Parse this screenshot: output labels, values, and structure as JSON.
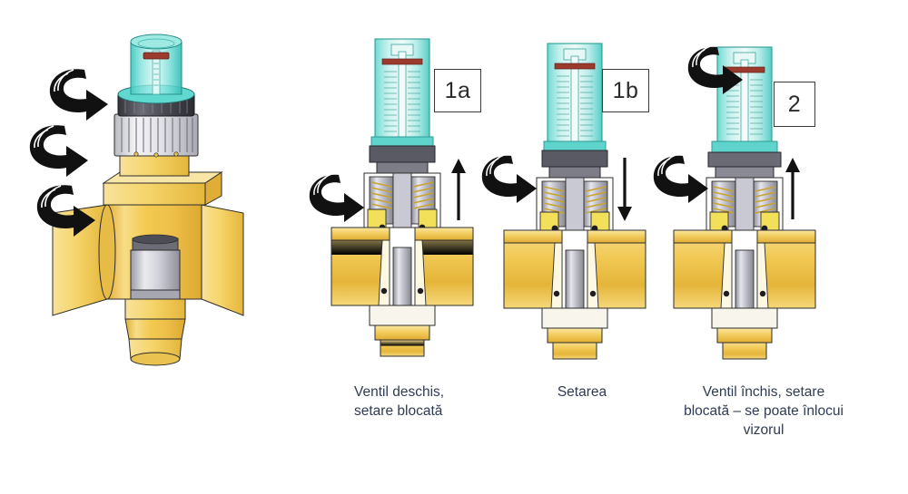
{
  "figure": {
    "title": "Valve adjustment and sight-glass replacement sequence",
    "background": "#ffffff",
    "text_color": "#2f3b52",
    "accent_glass": "#5ad6ce",
    "accent_brass": "#f3c94f",
    "accent_steel": "#b4b4c0",
    "outline_color": "#2d2d2d"
  },
  "overview": {
    "name": "Assembled valve with sight glass",
    "parts": [
      {
        "label": "sight-glass",
        "color": "#5ad6ce"
      },
      {
        "label": "dark-collar",
        "color": "#4a4a52"
      },
      {
        "label": "ribbed-locking-ring",
        "color": "#e9e9ee"
      },
      {
        "label": "brass-body",
        "color": "#f3c94f"
      },
      {
        "label": "steel-sleeve",
        "color": "#d8d8e0"
      },
      {
        "label": "brass-hex-nut",
        "color": "#eec253"
      }
    ],
    "rotation_arrows": 3
  },
  "steps": [
    {
      "id": "1a",
      "badge": "1a",
      "caption": "Ventil deschis,\nsetare blocată",
      "caption_align": "left",
      "motion_arrow": "up",
      "rotation_arrow": "clockwise",
      "glass_position": "high",
      "indicator_color": "#9c3a2e"
    },
    {
      "id": "1b",
      "badge": "1b",
      "caption": "Setarea",
      "caption_align": "center",
      "motion_arrow": "down",
      "rotation_arrow": "clockwise",
      "glass_position": "high",
      "indicator_color": "#9c3a2e"
    },
    {
      "id": "2",
      "badge": "2",
      "caption": "Ventil închis, setare\nblocată – se poate înlocui\nvizorul",
      "caption_align": "center",
      "motion_arrow": "up",
      "rotation_arrow": "clockwise",
      "glass_position": "low",
      "indicator_color": "#9c3a2e"
    }
  ]
}
